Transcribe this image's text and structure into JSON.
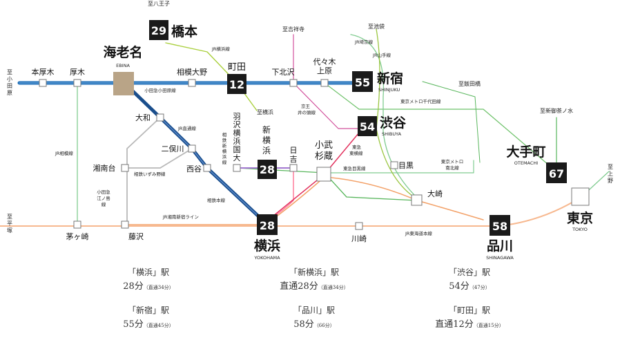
{
  "colors": {
    "odakyu": "#1f6fb8",
    "sotetsu": "#1a4e8c",
    "yokohama_line": "#a9cf3c",
    "green": "#58b65c",
    "jr_pale": "#7fcb8f",
    "chiyoda": "#6ec26a",
    "keio": "#d14f9b",
    "toyoko": "#e2325e",
    "orange": "#f08a3c",
    "tokaido": "#f7b88f",
    "gray": "#b8b8b8",
    "purple": "#8a5cc0",
    "ebina_box": "#b9a487",
    "badge": "#1a1a1a"
  },
  "stations": {
    "hashimoto": {
      "name": "橋本",
      "minutes": "29"
    },
    "ebina": {
      "name": "海老名",
      "en": "EBINA"
    },
    "machida": {
      "name": "町田",
      "minutes": "12"
    },
    "shinjuku": {
      "name": "新宿",
      "en": "SHINJUKU",
      "minutes": "55"
    },
    "shibuya": {
      "name": "渋谷",
      "en": "SHIBUYA",
      "minutes": "54"
    },
    "otemachi": {
      "name": "大手町",
      "en": "OTEMACHI",
      "minutes": "67"
    },
    "tokyo": {
      "name": "東京",
      "en": "TOKYO"
    },
    "shinagawa": {
      "name": "品川",
      "en": "SHINAGAWA",
      "minutes": "58"
    },
    "yokohama": {
      "name": "横浜",
      "en": "YOKOHAMA",
      "minutes": "28"
    },
    "shin_yokohama": {
      "name": "新横浜",
      "minutes": "28"
    },
    "hon_atsugi": "本厚木",
    "atsugi": "厚木",
    "sagami_ono": "相模大野",
    "shimokitazawa": "下北沢",
    "yoyogi_uehara": "代々木上原",
    "yamato": "大和",
    "futamatagawa": "二俣川",
    "nishiya": "西谷",
    "hazawa": "羽沢横浜国大",
    "hiyoshi": "日吉",
    "musashikosugi": "小武杉蔵",
    "meguro": "目黒",
    "osaki": "大崎",
    "shonandai": "湘南台",
    "fujisawa": "藤沢",
    "chigasaki": "茅ヶ崎",
    "kawasaki": "川崎"
  },
  "directions": {
    "hachioji": "至八王子",
    "kichijoji": "至吉祥寺",
    "ikebukuro": "至池袋",
    "iidabashi": "至飯田橋",
    "shin_ochanomizu": "至新御茶ノ水",
    "ueno": "至上野",
    "odawara": "至小田原",
    "hiratsuka": "至平塚",
    "yokohama_dir": "至横浜"
  },
  "line_labels": {
    "jr_yokohama": "JR横浜線",
    "jr_saikyo": "JR埼京線",
    "jr_yamanote": "JR山手線",
    "odakyu_odawara": "小田急小田原線",
    "chiyoda": "東京メトロ千代田線",
    "keio_inokashira": "京王井の頭線",
    "jr_sagami": "JR相模線",
    "jr_sotetsu_direct": "JR直通線",
    "sotetsu_shin_yokohama": "相鉄新横浜線",
    "toyoko": "東急東横線",
    "meguro_line": "東急目黒線",
    "sotetsu_izumino": "相鉄いずみ野線",
    "odakyu_enoshima": "小田急江ノ島線",
    "sotetsu_main": "相鉄本線",
    "namboku": "東京メトロ南北線",
    "shonan_shinjuku": "JR湘南新宿ライン",
    "tokaido": "JR東海道本線"
  },
  "travel_times": [
    {
      "station": "「横浜」駅",
      "time": "28分",
      "note": "（直通34分）"
    },
    {
      "station": "「新横浜」駅",
      "time": "直通28分",
      "note": "（直通34分）"
    },
    {
      "station": "「渋谷」駅",
      "time": "54分",
      "note": "（47分）"
    },
    {
      "station": "「新宿」駅",
      "time": "55分",
      "note": "（直通45分）"
    },
    {
      "station": "「品川」駅",
      "time": "58分",
      "note": "（66分）"
    },
    {
      "station": "「町田」駅",
      "time": "直通12分",
      "note": "（直通15分）"
    }
  ]
}
